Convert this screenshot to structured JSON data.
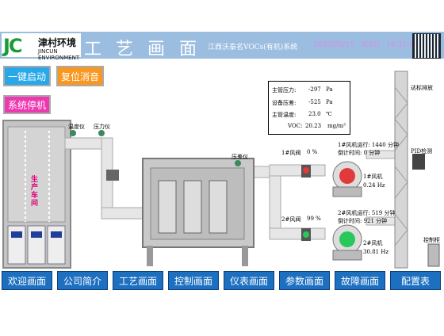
{
  "header": {
    "logo_letters": "JC",
    "logo_cn": "津村环境",
    "logo_en": "JINCUN ENVIRONMENT",
    "title": "工艺画面",
    "subtitle": "江西沃泰名VOCs(有机)系统",
    "date": "2023/03/15",
    "weekday": "WED",
    "time": "16:31:02"
  },
  "controls": {
    "one_key_start": "一键启动",
    "reset_mute": "复位消音",
    "system_stop": "系统停机"
  },
  "status_panel": {
    "rows": [
      {
        "label": "主管压力:",
        "value": "-297",
        "unit": "Pa"
      },
      {
        "label": "设备压差:",
        "value": "-525",
        "unit": "Pa"
      },
      {
        "label": "主管温度:",
        "value": "23.0",
        "unit": "℃"
      },
      {
        "label": "VOC:",
        "value": "20.23",
        "unit": "mg/m³"
      }
    ]
  },
  "process": {
    "workshop_label": "生产车间",
    "temp_gauge": "温度仪",
    "pressure_gauge": "压力仪",
    "pressure_diff": "压差仪",
    "damper1": "1#风阀",
    "damper1_value": "0 %",
    "damper2": "2#风阀",
    "damper2_value": "99 %",
    "fan1_runtime": "1#风机运行: 1440 分钟",
    "fan1_countdown": "倒计时间: 0 分钟",
    "fan1_label": "1#风机",
    "fan1_freq": "0.24 Hz",
    "fan2_runtime": "2#风机运行: 519 分钟",
    "fan2_countdown": "倒计时间: 921 分钟",
    "fan2_label": "2#风机",
    "fan2_freq": "30.81 Hz",
    "emission": "达标排放",
    "pid": "PID检测",
    "control_cabinet": "控制柜"
  },
  "nav": [
    "欢迎画面",
    "公司简介",
    "工艺画面",
    "控制画面",
    "仪表画面",
    "参数画面",
    "故障画面",
    "配置表"
  ],
  "colors": {
    "header_bg": "#9bbde0",
    "nav_bg": "#1d6fc0",
    "start_btn": "#28a8e8",
    "reset_btn": "#f89820",
    "stop_btn": "#ee38b0",
    "fan_red": "#e23a3a",
    "fan_green": "#28c85a"
  }
}
